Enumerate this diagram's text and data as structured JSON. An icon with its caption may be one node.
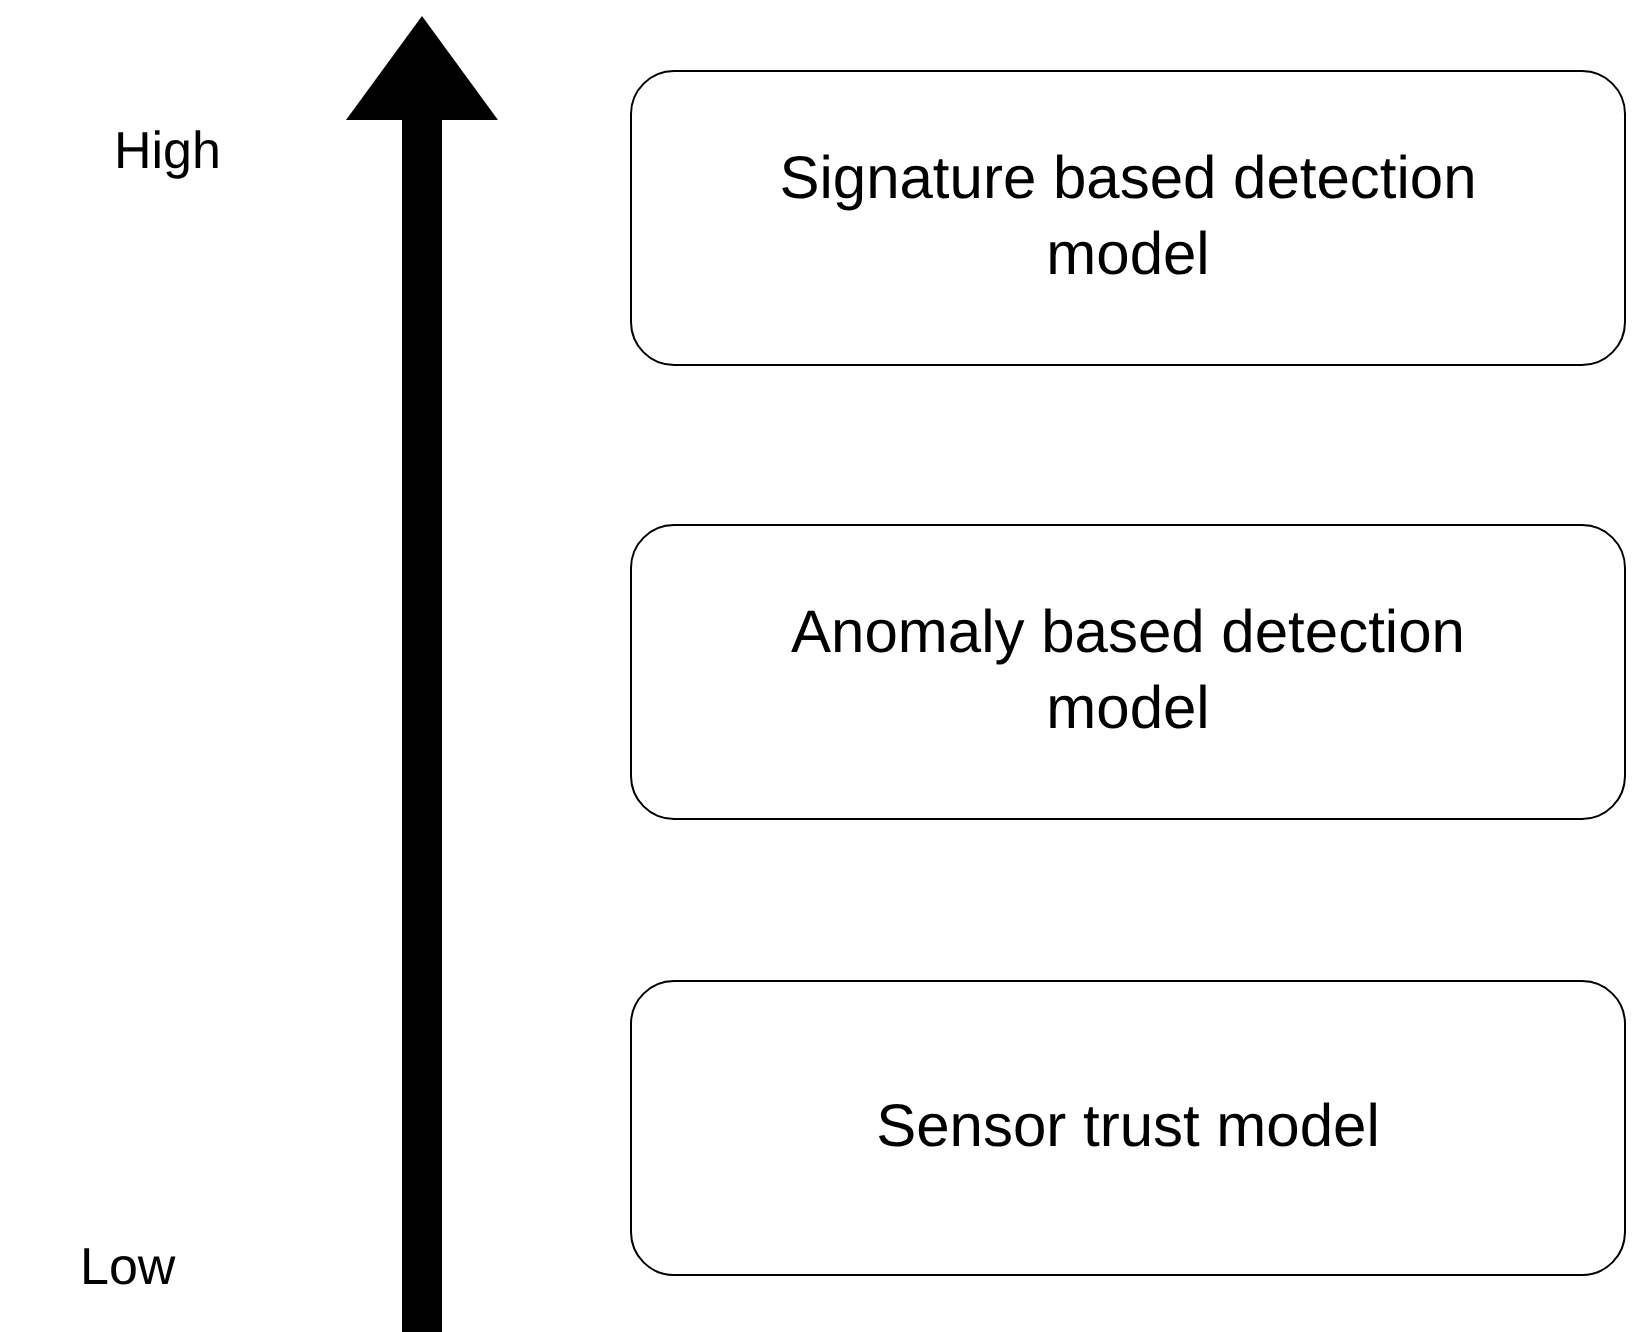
{
  "diagram": {
    "nodes": [
      {
        "text": [
          "Signature based detection model"
        ]
      },
      {
        "text": [
          "Anomaly based detection model"
        ]
      },
      {
        "text": [
          "Sensor trust model"
        ]
      }
    ],
    "labels": [
      "High",
      "Low"
    ]
  }
}
